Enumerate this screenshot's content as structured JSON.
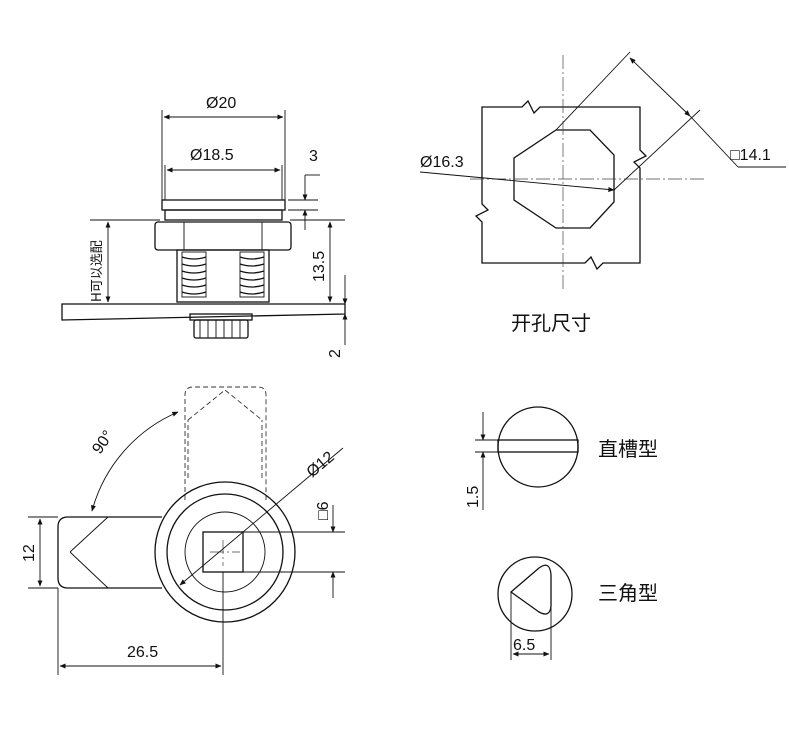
{
  "side_view": {
    "dim_outer_dia": "Ø20",
    "dim_inner_dia": "Ø18.5",
    "dim_flange": "3",
    "dim_length": "13.5",
    "dim_panel": "2",
    "note_h": "H可以选配"
  },
  "cutout": {
    "dim_dia": "Ø16.3",
    "dim_flat": "□14.1",
    "caption": "开孔尺寸"
  },
  "front_view": {
    "dim_angle": "90°",
    "dim_dia": "Ø12",
    "dim_square": "□6",
    "dim_height": "12",
    "dim_length": "26.5"
  },
  "key_types": {
    "dim_slot": "1.5",
    "slot_label": "直槽型",
    "dim_triangle": "6.5",
    "triangle_label": "三角型"
  }
}
